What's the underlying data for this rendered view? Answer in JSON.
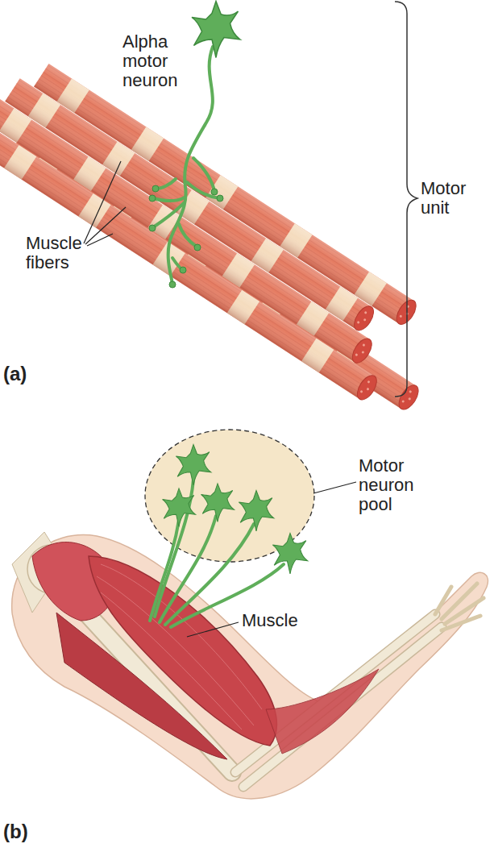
{
  "diagram": {
    "nodes": [
      {
        "text": [
          "Motor neuron pool"
        ]
      }
    ],
    "labels": [
      "Alpha motor neuron",
      "Muscle fibers",
      "Motor unit",
      "(a)",
      "Muscle",
      "(b)"
    ]
  }
}
